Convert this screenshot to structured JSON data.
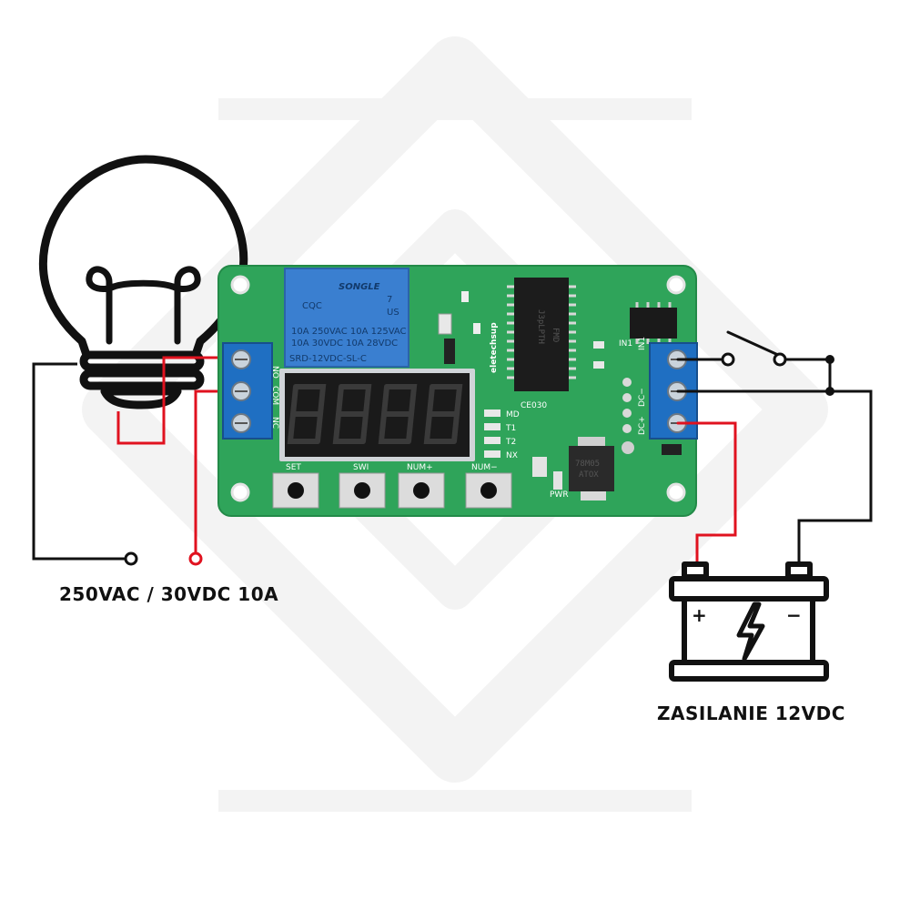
{
  "labels": {
    "load_rating": "250VAC / 30VDC 10A",
    "power_supply": "ZASILANIE 12VDC"
  },
  "relay": {
    "brand": "SONGLE",
    "rating_line1": "10A 250VAC  10A 125VAC",
    "rating_line2": "10A  30VDC  10A  28VDC",
    "model": "SRD-12VDC-SL-C",
    "marks": "CQC",
    "ul_mark": "US",
    "digit": "7"
  },
  "board": {
    "brand": "eletechsup",
    "model": "CE030",
    "chip_text1": "FMD",
    "chip_text2": "J3pLPTH",
    "regulator_text1": "78M05",
    "regulator_text2": "ATOX",
    "pwr_label": "PWR",
    "buttons": [
      "SET",
      "SWI",
      "NUM+",
      "NUM−"
    ],
    "leds": [
      "MD",
      "T1",
      "T2",
      "NX"
    ],
    "output_terminals": [
      "NO",
      "COM",
      "NC"
    ],
    "input_terminals": [
      "IN1",
      "DC−",
      "DC+"
    ],
    "in1_label": "IN1"
  },
  "battery": {
    "plus": "+",
    "minus": "−"
  },
  "colors": {
    "board": "#2fa45a",
    "terminal": "#1f6fc2",
    "relay": "#3a7fd0",
    "red_wire": "#e0121f",
    "black_wire": "#111111",
    "watermark": "#f6f6f6"
  }
}
